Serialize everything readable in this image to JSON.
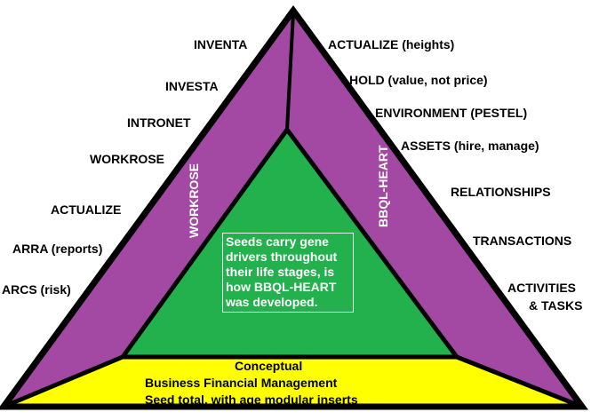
{
  "colors": {
    "outer": "#a349a4",
    "inner": "#22b14c",
    "base": "#ffff00",
    "stroke": "#000000",
    "text_light": "#ffffff"
  },
  "left_labels": [
    "INVENTA",
    "INVESTA",
    "INTRONET",
    "WORKROSE",
    "ACTUALIZE",
    "ARRA (reports)",
    "ARCS (risk)"
  ],
  "right_labels": [
    "ACTUALIZE (heights)",
    "HOLD (value, not price)",
    "ENVIRONMENT (PESTEL)",
    "ASSETS (hire, manage)",
    "RELATIONSHIPS",
    "TRANSACTIONS",
    "ACTIVITIES",
    "& TASKS"
  ],
  "left_side_label": "WORKROSE",
  "right_side_label": "BBQL-HEART",
  "center_text": "Seeds carry gene drivers throughout their life stages, is how BBQL-HEART was developed.",
  "base_lines": [
    "Conceptual",
    "Business Financial Management",
    "Seed total, with age modular inserts"
  ]
}
